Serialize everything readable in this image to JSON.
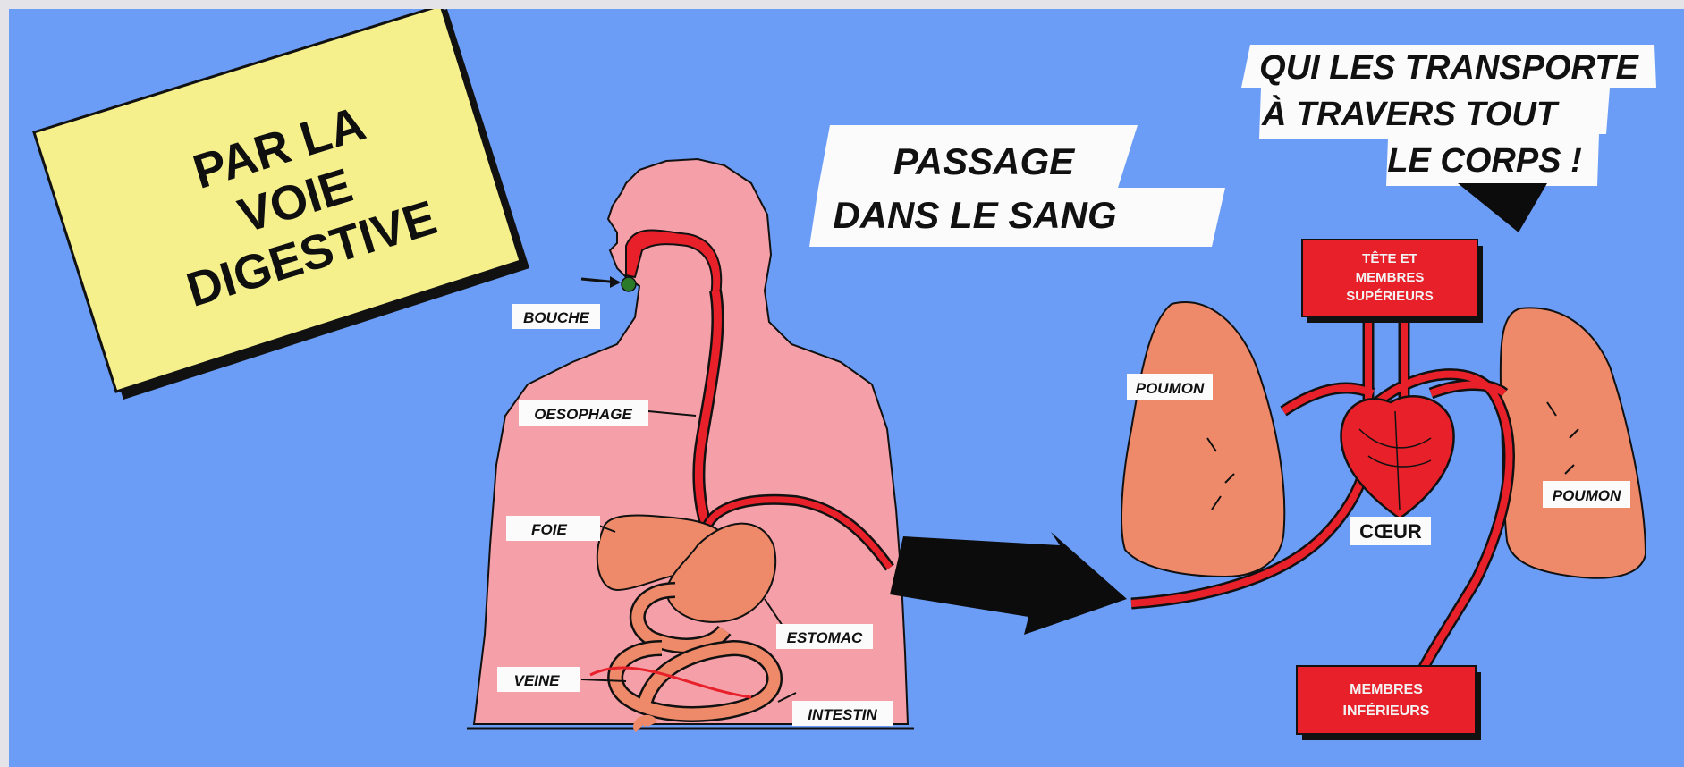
{
  "title_card": {
    "lines": [
      "PAR LA",
      "VOIE",
      "DIGESTIVE"
    ]
  },
  "caption_passage": {
    "lines": [
      "PASSAGE",
      "DANS LE SANG"
    ]
  },
  "caption_transport": {
    "lines": [
      "QUI LES TRANSPORTE",
      "À TRAVERS TOUT",
      "LE CORPS !"
    ]
  },
  "digestive_labels": {
    "bouche": "BOUCHE",
    "oesophage": "OESOPHAGE",
    "foie": "FOIE",
    "estomac": "ESTOMAC",
    "veine": "VEINE",
    "intestin": "INTESTIN"
  },
  "circulation_labels": {
    "poumon_left": "POUMON",
    "poumon_right": "POUMON",
    "coeur": "CŒUR",
    "tete": [
      "TÊTE ET",
      "MEMBRES",
      "SUPÉRIEURS"
    ],
    "membres_inf": [
      "MEMBRES",
      "INFÉRIEURS"
    ]
  },
  "colors": {
    "background": "#6c9df6",
    "title_card": "#f5f08c",
    "body": "#f5a0a8",
    "vessel": "#e8202a",
    "organ": "#ee8a6a",
    "arrow": "#0c0c0c"
  }
}
